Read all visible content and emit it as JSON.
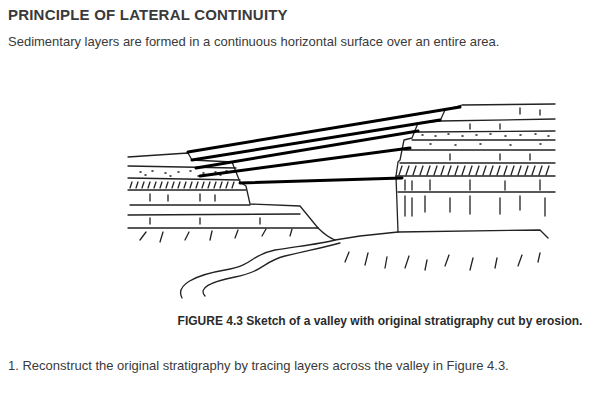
{
  "diagram": {
    "title": "PRINCIPLE OF LATERAL CONTINUITY",
    "caption": "FIGURE 4.3 Sketch of a valley with original stratigraphy cut by erosion.",
    "labels": [
      "Sedimentary layers are formed in a continuous horizontal surface over an entire area.",
      "1. Reconstruct the original stratigraphy by tracing layers across the valley in Figure 4.3."
    ]
  }
}
